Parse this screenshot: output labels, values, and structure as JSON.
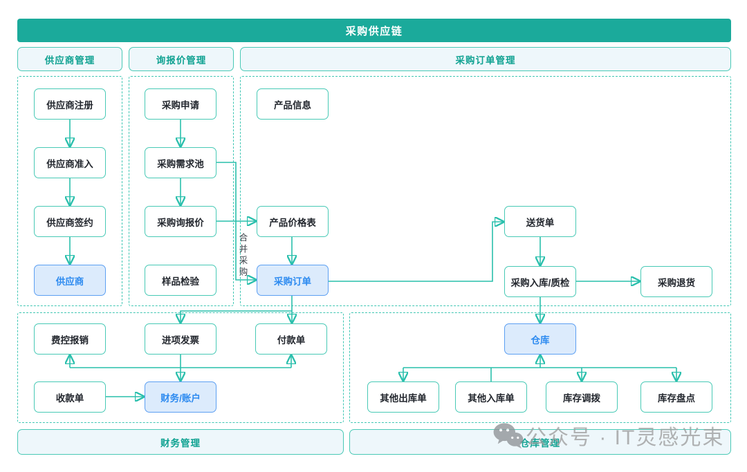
{
  "title_bar": {
    "label": "采购供应链"
  },
  "section_headers": {
    "supplier": "供应商管理",
    "inquiry": "询报价管理",
    "purchase_order": "采购订单管理"
  },
  "section_footers": {
    "finance": "财务管理",
    "warehouse": "仓库管理"
  },
  "nodes": {
    "supplier_register": "供应商注册",
    "supplier_admission": "供应商准入",
    "supplier_contract": "供应商签约",
    "supplier": "供应商",
    "purchase_request": "采购申请",
    "purchase_demand_pool": "采购需求池",
    "purchase_rfq": "采购询报价",
    "sample_inspection": "样品检验",
    "product_info": "产品信息",
    "product_price_list": "产品价格表",
    "purchase_order": "采购订单",
    "delivery_note": "送货单",
    "purchase_inbound_qc": "采购入库/质检",
    "purchase_return": "采购退货",
    "expense_reimbursement": "费控报销",
    "input_invoice": "进项发票",
    "payment_order": "付款单",
    "receipt_order": "收款单",
    "finance_account": "财务/账户",
    "warehouse": "仓库",
    "other_outbound": "其他出库单",
    "other_inbound": "其他入库单",
    "stock_transfer": "库存调拨",
    "stock_count": "库存盘点"
  },
  "edge_labels": {
    "merge_purchase": "合并采购"
  },
  "watermark": {
    "icon": "wechat-icon",
    "text": "公众号 · IT灵感光束"
  },
  "colors": {
    "title_bar_bg": "#1BAA9B",
    "connector_teal": "#29BFAC",
    "node_border_teal": "#47C9B5",
    "panel_bg": "#EEF7FB",
    "panel_text": "#10A292",
    "highlight_bg": "#DCEBFC",
    "highlight_border": "#5C9FF2",
    "highlight_text": "#2E8BF0",
    "watermark_grey": "#9E9E9E"
  }
}
